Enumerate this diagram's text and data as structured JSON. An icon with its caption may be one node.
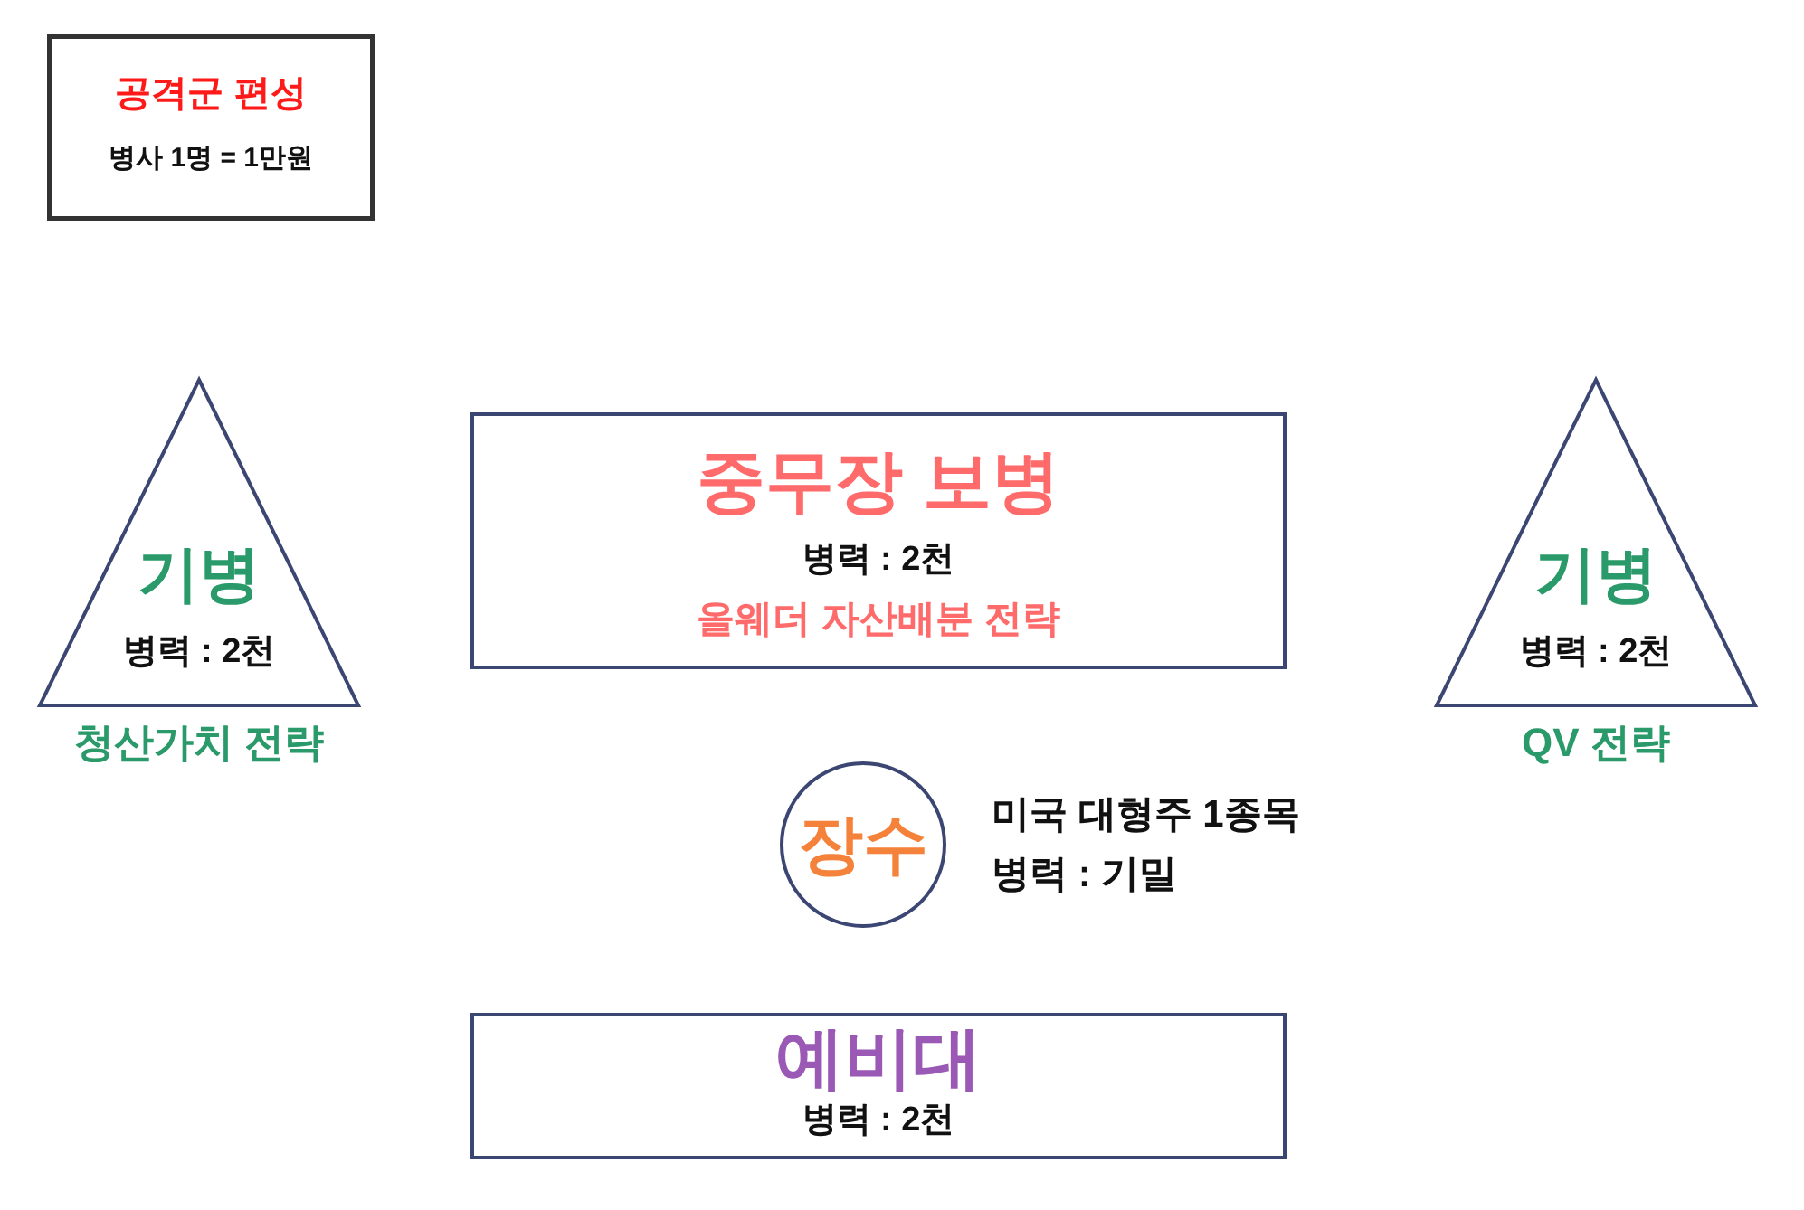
{
  "diagram": {
    "nodes": [
      {
        "text": [
          "공격군 편성",
          "병사 1명 = 1만원"
        ]
      },
      {
        "text": [
          "기병",
          "병력 : 2천"
        ],
        "beside": [
          "청산가치 전략"
        ]
      },
      {
        "text": [
          "중무장 보병",
          "병력 : 2천",
          "올웨더 자산배분 전략"
        ]
      },
      {
        "text": [
          "기병",
          "병력 : 2천"
        ],
        "beside": [
          "QV 전략"
        ]
      },
      {
        "text": [
          "장수"
        ],
        "beside": [
          "미국 대형주 1종목",
          "병력 : 기밀"
        ]
      },
      {
        "text": [
          "예비대",
          "병력 : 2천"
        ]
      }
    ]
  }
}
